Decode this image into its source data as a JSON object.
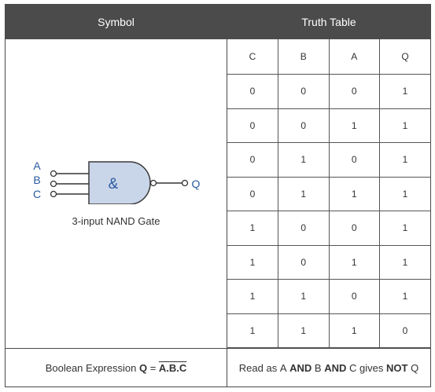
{
  "headers": {
    "symbol": "Symbol",
    "truth_table": "Truth Table"
  },
  "gate": {
    "inputs": [
      "A",
      "B",
      "C"
    ],
    "output": "Q",
    "symbol": "&",
    "caption": "3-input NAND Gate",
    "colors": {
      "gate_fill": "#c9d5e8",
      "gate_stroke": "#3a3a3a",
      "label": "#2a5aa0",
      "wire": "#333333"
    }
  },
  "truth_table": {
    "columns": [
      "C",
      "B",
      "A",
      "Q"
    ],
    "rows": [
      [
        "0",
        "0",
        "0",
        "1"
      ],
      [
        "0",
        "0",
        "1",
        "1"
      ],
      [
        "0",
        "1",
        "0",
        "1"
      ],
      [
        "0",
        "1",
        "1",
        "1"
      ],
      [
        "1",
        "0",
        "0",
        "1"
      ],
      [
        "1",
        "0",
        "1",
        "1"
      ],
      [
        "1",
        "1",
        "0",
        "1"
      ],
      [
        "1",
        "1",
        "1",
        "0"
      ]
    ]
  },
  "footer": {
    "expr_label": "Boolean Expression ",
    "expr_q": "Q",
    "expr_eq": " = ",
    "expr_formula": "A.B.C",
    "read_as": "Read as ",
    "var_a": "A",
    "and1": "AND",
    "var_b": "B",
    "and2": "AND",
    "var_c": "C",
    "gives": "gives",
    "not": "NOT",
    "var_q": "Q"
  }
}
